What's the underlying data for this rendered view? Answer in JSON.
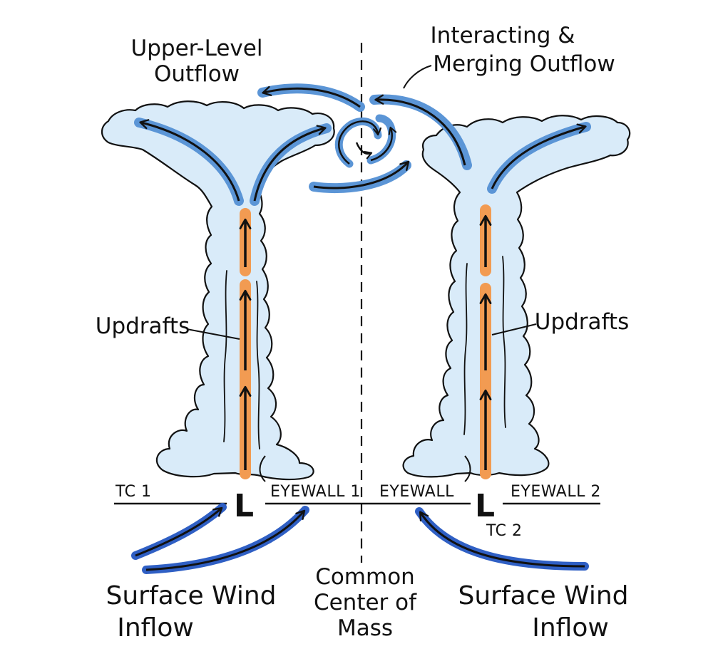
{
  "labels": {
    "upper_outflow_1": "Upper-Level",
    "upper_outflow_2": "Outflow",
    "merging_1": "Interacting &",
    "merging_2": "Merging Outflow",
    "updrafts_left": "Updrafts",
    "updrafts_right": "Updrafts",
    "tc1": "TC 1",
    "tc2": "TC 2",
    "eyewall1": "EYEWALL 1",
    "eyewall_mid": "EYEWALL",
    "eyewall2": "EYEWALL 2",
    "low_left": "L",
    "low_right": "L",
    "surface_left_1": "Surface Wind",
    "surface_left_2": "Inflow",
    "surface_right_1": "Surface Wind",
    "surface_right_2": "Inflow",
    "center_1": "Common",
    "center_2": "Center of",
    "center_3": "Mass"
  },
  "colors": {
    "cloud_fill": "#d9ebf9",
    "outflow_blue": "#5b95d6",
    "inflow_blue": "#2f5fc4",
    "updraft_orange": "#f29b52",
    "ink": "#111111"
  }
}
